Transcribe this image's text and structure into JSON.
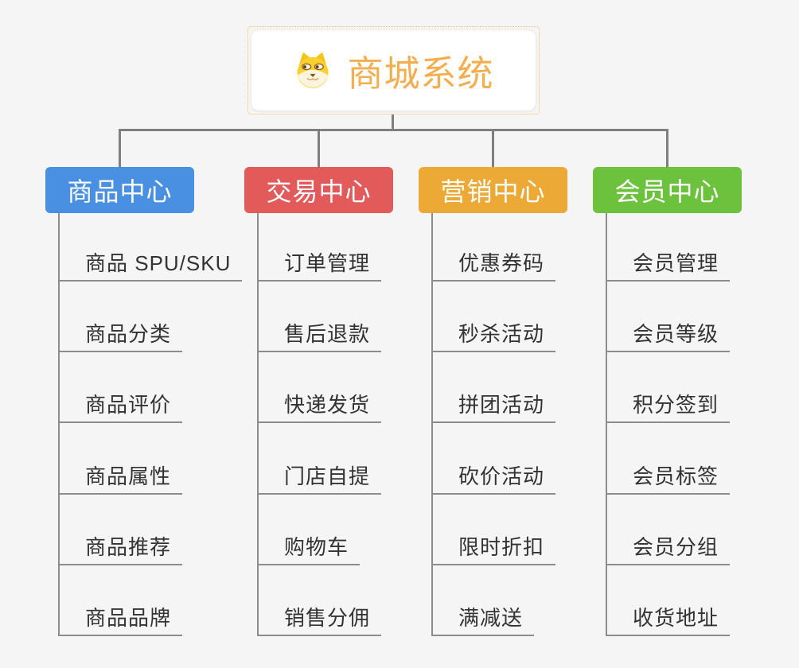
{
  "app": {
    "background_color": "#F5F5F5",
    "connector_color": "#7F7F7F",
    "leaf_line_color": "#8C8C8C",
    "leaf_text_color": "#333333"
  },
  "root": {
    "title": "商城系统",
    "icon": "dog-face-icon",
    "text_color": "#F3AE4F",
    "border_color": "#F2C069"
  },
  "branches": [
    {
      "label": "商品中心",
      "color": "#4A90E2",
      "children": [
        "商品 SPU/SKU",
        "商品分类",
        "商品评价",
        "商品属性",
        "商品推荐",
        "商品品牌"
      ]
    },
    {
      "label": "交易中心",
      "color": "#E25A5A",
      "children": [
        "订单管理",
        "售后退款",
        "快递发货",
        "门店自提",
        "购物车",
        "销售分佣"
      ]
    },
    {
      "label": "营销中心",
      "color": "#ECA935",
      "children": [
        "优惠券码",
        "秒杀活动",
        "拼团活动",
        "砍价活动",
        "限时折扣",
        "满减送"
      ]
    },
    {
      "label": "会员中心",
      "color": "#6CC13D",
      "children": [
        "会员管理",
        "会员等级",
        "积分签到",
        "会员标签",
        "会员分组",
        "收货地址"
      ]
    }
  ]
}
